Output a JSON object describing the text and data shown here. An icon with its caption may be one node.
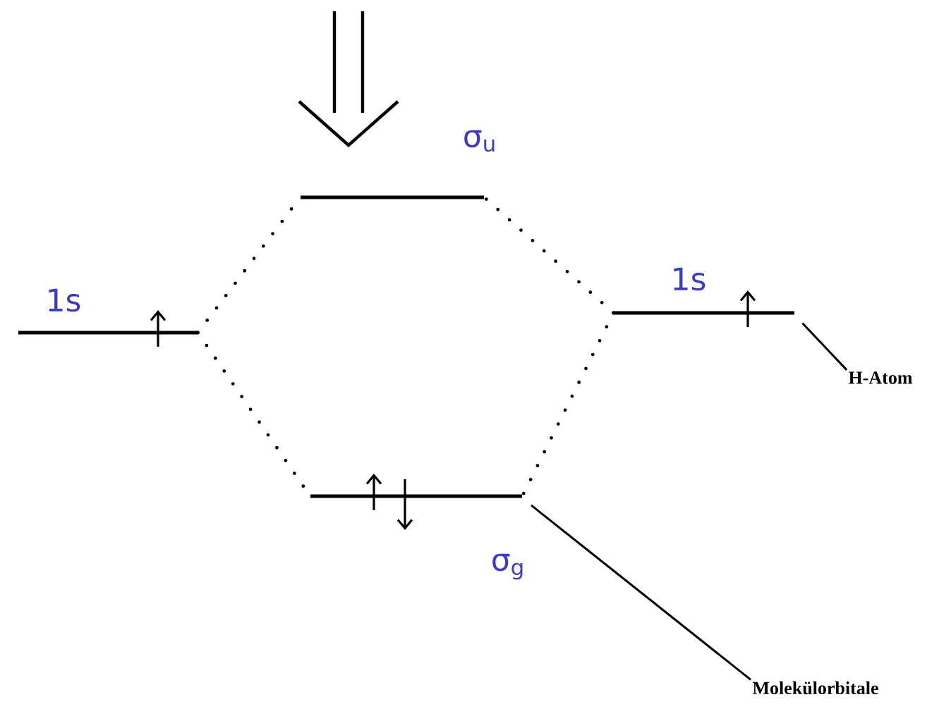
{
  "diagram": {
    "nodes": [
      {
        "text": [
          "1s"
        ]
      },
      {
        "text": [
          "σ$_{u}$"
        ]
      },
      {
        "text": [
          "1s"
        ]
      },
      {
        "text": [
          "σ$_{g}$"
        ]
      },
      {
        "text": [
          "H-Atom"
        ]
      },
      {
        "text": [
          "Molekülorbitale"
        ]
      }
    ],
    "edges": [
      {
        "from": 0,
        "to": 1,
        "arrow": "none",
        "style": "dashed"
      },
      {
        "from": 0,
        "to": 3,
        "arrow": "none",
        "style": "dashed"
      },
      {
        "from": 2,
        "to": 1,
        "arrow": "none",
        "style": "dashed"
      },
      {
        "from": 2,
        "to": 3,
        "arrow": "none",
        "style": "dashed"
      },
      {
        "from": 4,
        "to": 2,
        "arrow": "none"
      },
      {
        "from": 5,
        "to": 3,
        "arrow": "none"
      }
    ]
  }
}
